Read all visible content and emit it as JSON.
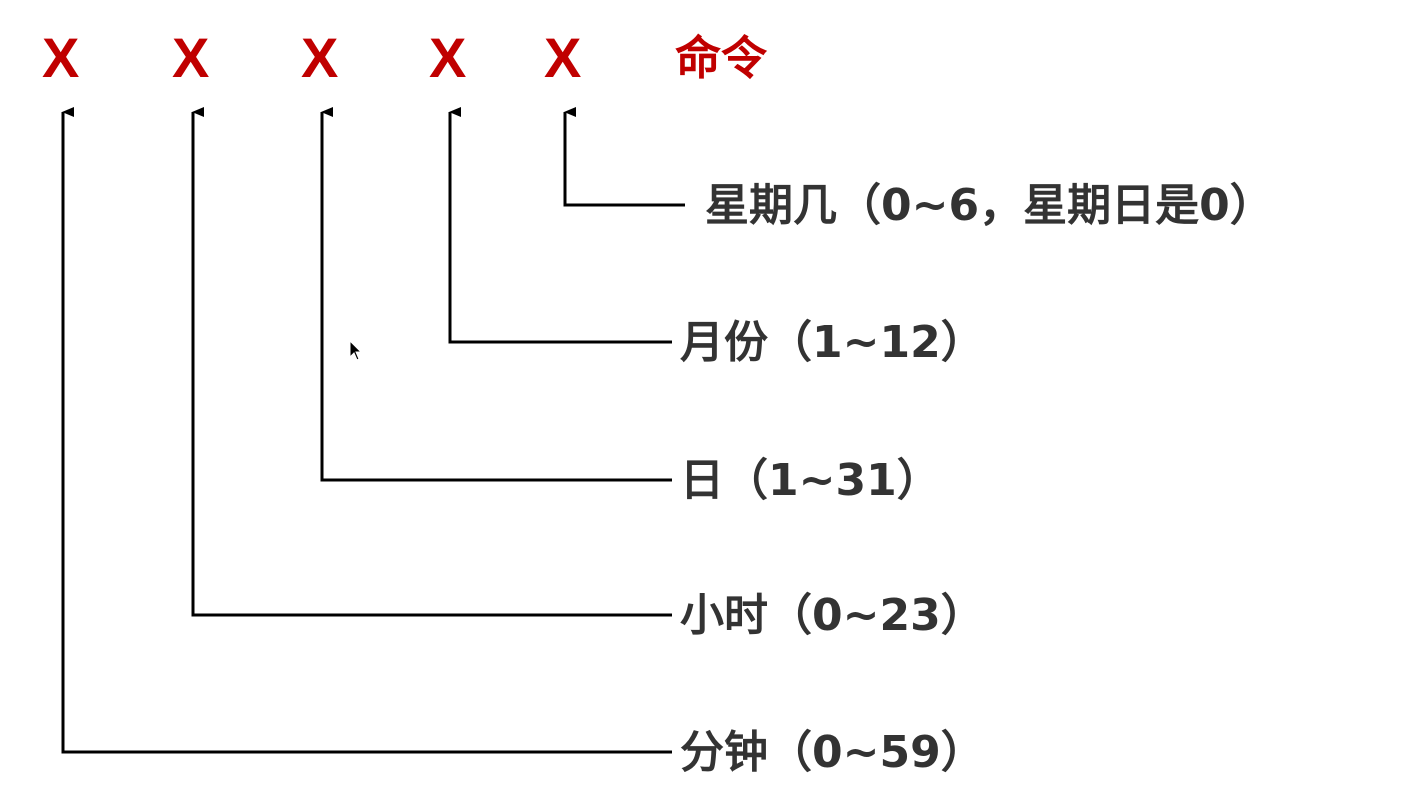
{
  "fields": [
    "X",
    "X",
    "X",
    "X",
    "X"
  ],
  "command": "命令",
  "labels": {
    "weekday": "星期几（0~6，星期日是0）",
    "month": "月份（1~12）",
    "day": "日（1~31）",
    "hour": "小时（0~23）",
    "minute": "分钟（0~59）"
  },
  "colors": {
    "field": "#c00000",
    "text": "#333333",
    "line": "#000000"
  }
}
